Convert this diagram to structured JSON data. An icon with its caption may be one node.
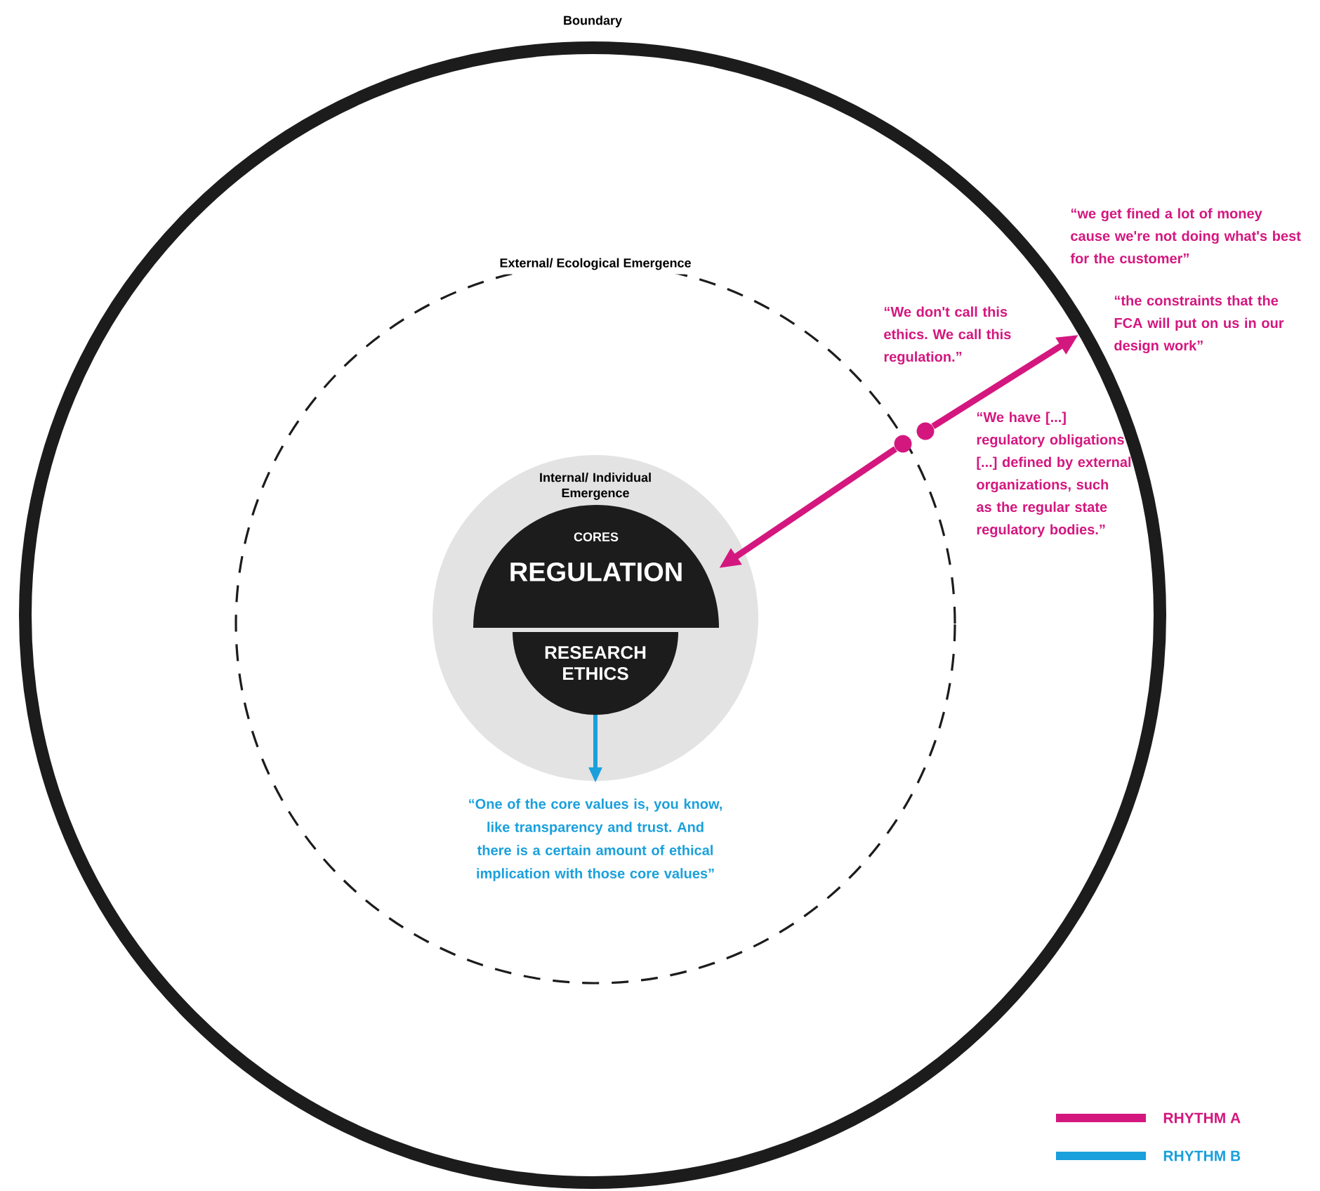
{
  "diagram": {
    "nodes": [
      {
        "text": [
          "Boundary"
        ]
      },
      {
        "text": [
          "External/ Ecological Emergence"
        ],
        "in": 0
      },
      {
        "text": [
          "Internal/ Individual Emergence"
        ],
        "in": 1
      },
      {
        "text": [
          "CORES",
          "REGULATION"
        ],
        "in": 2
      },
      {
        "text": [
          "RESEARCH ETHICS"
        ],
        "in": 2
      },
      {
        "text": [
          "“One of the core values is, you know, like transparency and trust. And there is a certain amount of ethical implication with those core values”"
        ],
        "in": 1
      },
      {
        "text": [],
        "shape": "circle",
        "in": 1
      },
      {
        "text": [],
        "shape": "circle",
        "in": 0
      }
    ],
    "edges": [
      {
        "from": 4,
        "to": 5,
        "arrow": "to",
        "color": "#1aa0db"
      },
      {
        "from": 6,
        "to": 3,
        "arrow": "to"
      },
      {
        "from": 7,
        "to": 0,
        "arrow": "to"
      }
    ],
    "labels": [
      "“we get fined a lot of money cause we're not doing what's best for the customer”",
      "“the constraints that the FCA will put on us in our design work”",
      "“We don't call this ethics. We call this regulation.”",
      "“We have [...] regulatory obligations [...] defined by external organizations, such as the regular state regulatory bodies.”"
    ],
    "legend": [
      {
        "text": "RHYTHM A",
        "color": "#d4177f"
      },
      {
        "text": "RHYTHM B",
        "color": "#1aa0db"
      }
    ]
  }
}
